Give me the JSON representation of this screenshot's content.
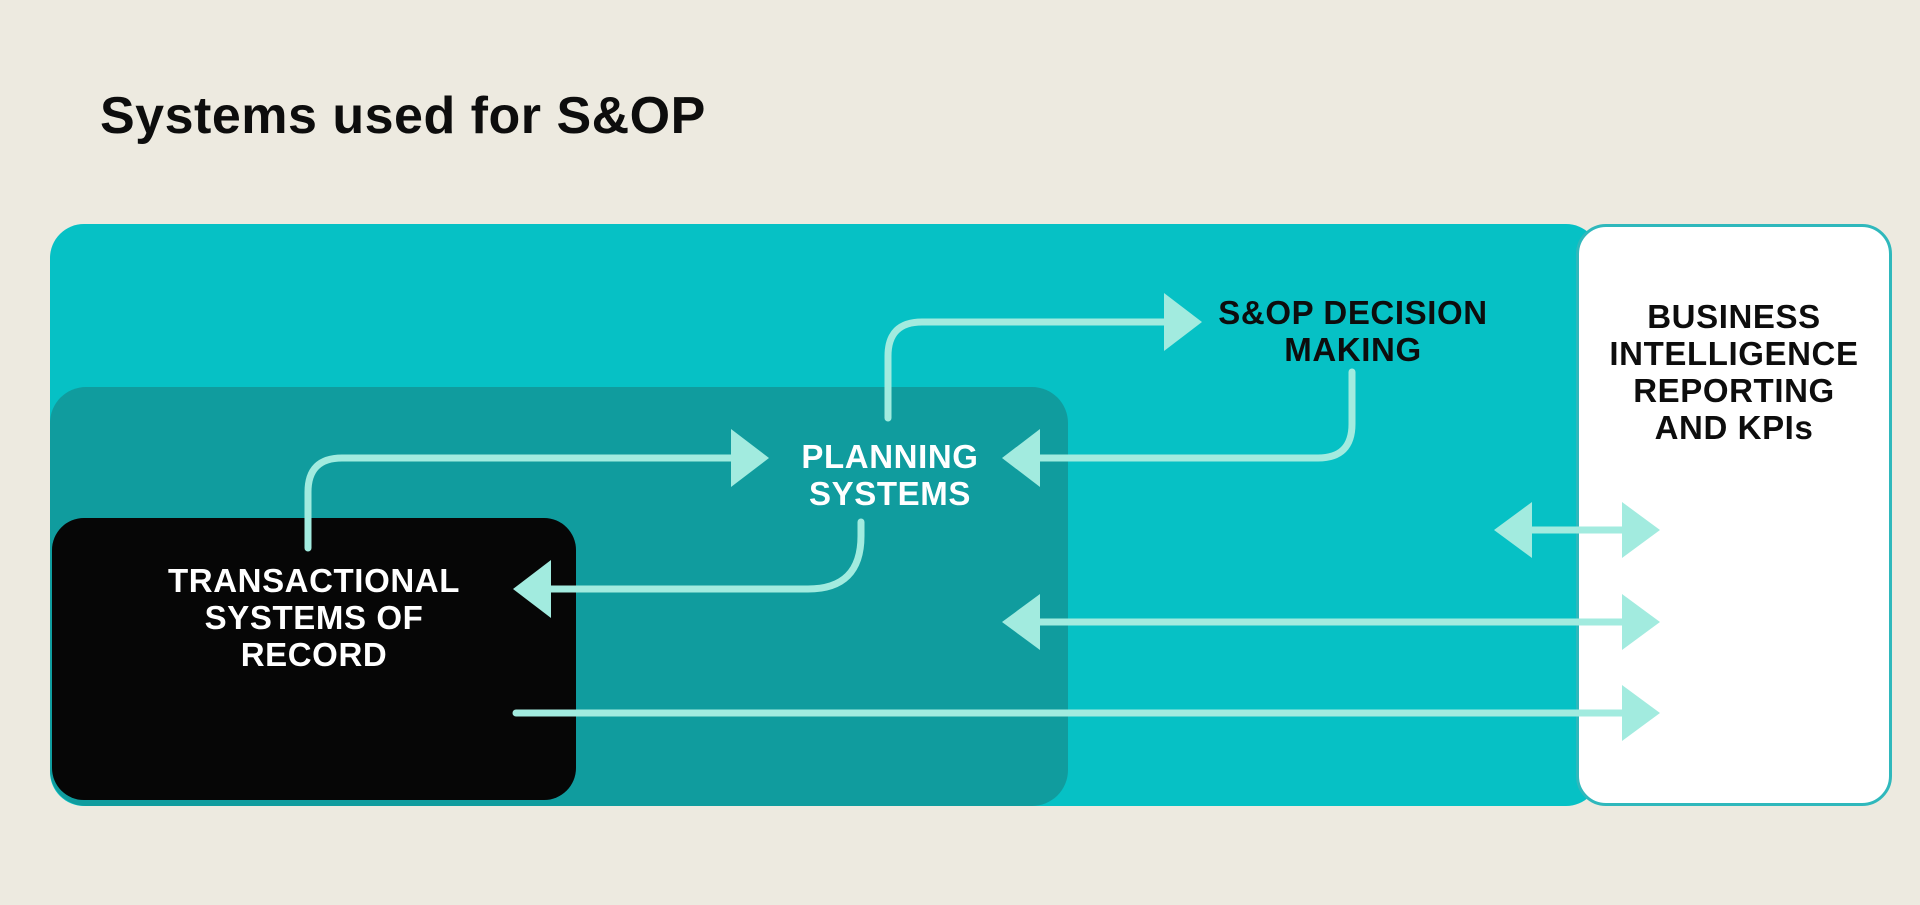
{
  "title": "Systems used for S&OP",
  "colors": {
    "background": "#EDEAE0",
    "outer_box": "#06C1C5",
    "inner_box": "#109C9E",
    "black_box": "#060606",
    "white_box": "#FFFFFF",
    "white_box_border": "#2FB8BC",
    "arrow": "#A2EBDF",
    "text_dark": "#0D0D0D",
    "text_light": "#FFFFFF"
  },
  "nodes": {
    "transactional": {
      "lines": [
        "TRANSACTIONAL",
        "SYSTEMS OF",
        "RECORD"
      ]
    },
    "planning": {
      "lines": [
        "PLANNING",
        "SYSTEMS"
      ]
    },
    "sop": {
      "lines": [
        "S&OP DECISION",
        "MAKING"
      ]
    },
    "bi": {
      "lines": [
        "BUSINESS",
        "INTELLIGENCE",
        "REPORTING",
        "AND KPIs"
      ]
    }
  }
}
